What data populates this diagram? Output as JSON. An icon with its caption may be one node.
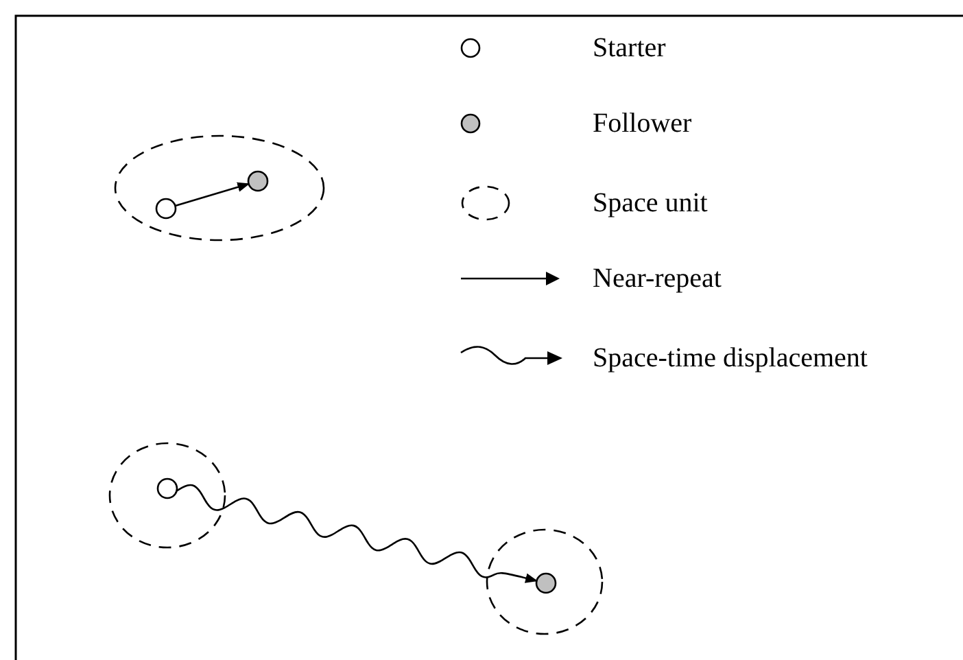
{
  "diagram": {
    "nodes": [
      {
        "text": [],
        "shape": "ellipse"
      },
      {
        "text": [],
        "shape": "circle",
        "in": 0
      },
      {
        "text": [],
        "shape": "circle",
        "in": 0
      },
      {
        "text": [],
        "shape": "ellipse"
      },
      {
        "text": [],
        "shape": "circle",
        "in": 3
      },
      {
        "text": [],
        "shape": "ellipse"
      },
      {
        "text": [],
        "shape": "circle",
        "in": 5
      }
    ],
    "edges": [
      {
        "from": 1,
        "to": 2,
        "arrow": "to"
      },
      {
        "from": 4,
        "to": 6,
        "arrow": "to"
      }
    ],
    "legend": [
      {
        "text": "Starter"
      },
      {
        "text": "Follower"
      },
      {
        "text": "Space unit"
      },
      {
        "text": "Near-repeat"
      },
      {
        "text": "Space-time displacement"
      }
    ]
  }
}
